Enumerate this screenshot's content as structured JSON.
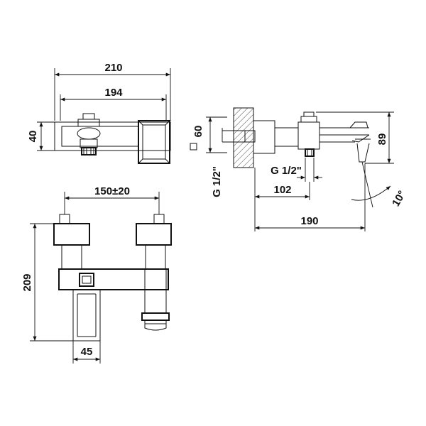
{
  "dimensions": {
    "overall_width": "210",
    "inner_width": "194",
    "height_front": "40",
    "square_size": "60",
    "height_side": "89",
    "thread_wall": "G 1/2\"",
    "thread_inlet": "G 1/2\"",
    "depth_102": "102",
    "depth_190": "190",
    "angle": "10°",
    "center_distance": "150±20",
    "overall_height": "209",
    "spout_width": "45"
  },
  "colors": {
    "line": "#111111",
    "hatch": "#555555",
    "background": "#ffffff"
  }
}
